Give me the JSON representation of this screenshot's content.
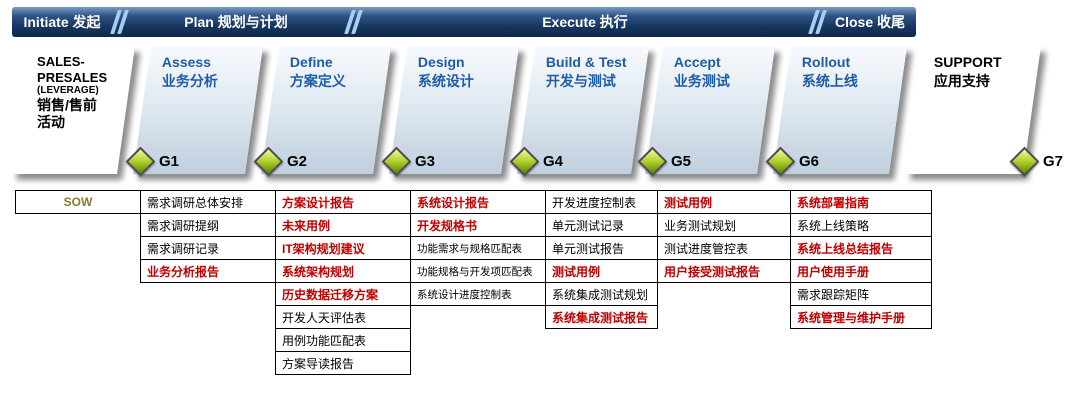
{
  "top_bar": {
    "segments": [
      "Initiate 发起",
      "Plan 规划与计划",
      "Execute 执行",
      "Close 收尾"
    ]
  },
  "phases": [
    {
      "lines": [
        "SALES-",
        "PRESALES",
        "(LEVERAGE)",
        "销售/售前",
        "活动"
      ],
      "variant": "plain"
    },
    {
      "en": "Assess",
      "zh": "业务分析",
      "variant": "blue"
    },
    {
      "en": "Define",
      "zh": "方案定义",
      "variant": "blue"
    },
    {
      "en": "Design",
      "zh": "系统设计",
      "variant": "blue"
    },
    {
      "en": "Build & Test",
      "zh": "开发与测试",
      "variant": "blue"
    },
    {
      "en": "Accept",
      "zh": "业务测试",
      "variant": "blue"
    },
    {
      "en": "Rollout",
      "zh": "系统上线",
      "variant": "blue"
    },
    {
      "en": "SUPPORT",
      "zh": "应用支持",
      "variant": "plain"
    }
  ],
  "gates": [
    "G1",
    "G2",
    "G3",
    "G4",
    "G5",
    "G6",
    "G7"
  ],
  "deliverable_columns": [
    {
      "phase": "sales-presales",
      "items": [
        {
          "text": "SOW",
          "style": "olive"
        }
      ]
    },
    {
      "phase": "assess",
      "items": [
        {
          "text": "需求调研总体安排"
        },
        {
          "text": "需求调研提纲"
        },
        {
          "text": "需求调研记录"
        },
        {
          "text": "业务分析报告",
          "style": "red"
        }
      ]
    },
    {
      "phase": "define",
      "items": [
        {
          "text": "方案设计报告",
          "style": "red"
        },
        {
          "text": "未来用例",
          "style": "red"
        },
        {
          "text": "IT架构规划建议",
          "style": "red"
        },
        {
          "text": "系统架构规划",
          "style": "red"
        },
        {
          "text": "历史数据迁移方案",
          "style": "red"
        },
        {
          "text": "开发人天评估表"
        },
        {
          "text": "用例功能匹配表"
        },
        {
          "text": "方案导读报告"
        }
      ]
    },
    {
      "phase": "design",
      "items": [
        {
          "text": "系统设计报告",
          "style": "red"
        },
        {
          "text": "开发规格书",
          "style": "red"
        },
        {
          "text": "功能需求与规格匹配表",
          "small": true
        },
        {
          "text": "功能规格与开发项匹配表",
          "small": true
        },
        {
          "text": "系统设计进度控制表",
          "small": true
        }
      ]
    },
    {
      "phase": "build-test",
      "items": [
        {
          "text": "开发进度控制表"
        },
        {
          "text": "单元测试记录"
        },
        {
          "text": "单元测试报告"
        },
        {
          "text": "测试用例",
          "style": "red"
        },
        {
          "text": "系统集成测试规划"
        },
        {
          "text": "系统集成测试报告",
          "style": "red"
        }
      ]
    },
    {
      "phase": "accept",
      "items": [
        {
          "text": "测试用例",
          "style": "red"
        },
        {
          "text": "业务测试规划"
        },
        {
          "text": "测试进度管控表"
        },
        {
          "text": "用户接受测试报告",
          "style": "red"
        }
      ]
    },
    {
      "phase": "rollout",
      "items": [
        {
          "text": "系统部署指南",
          "style": "red"
        },
        {
          "text": "系统上线策略"
        },
        {
          "text": "系统上线总结报告",
          "style": "red"
        },
        {
          "text": "用户使用手册",
          "style": "red"
        },
        {
          "text": "需求跟踪矩阵"
        },
        {
          "text": "系统管理与维护手册",
          "style": "red"
        }
      ]
    }
  ],
  "colors": {
    "red": "#c00000",
    "blue": "#1f5ca8",
    "olive": "#8a7a2e",
    "stage_bar_blue": "#17365f",
    "gate_green": "#9ccb1e"
  }
}
